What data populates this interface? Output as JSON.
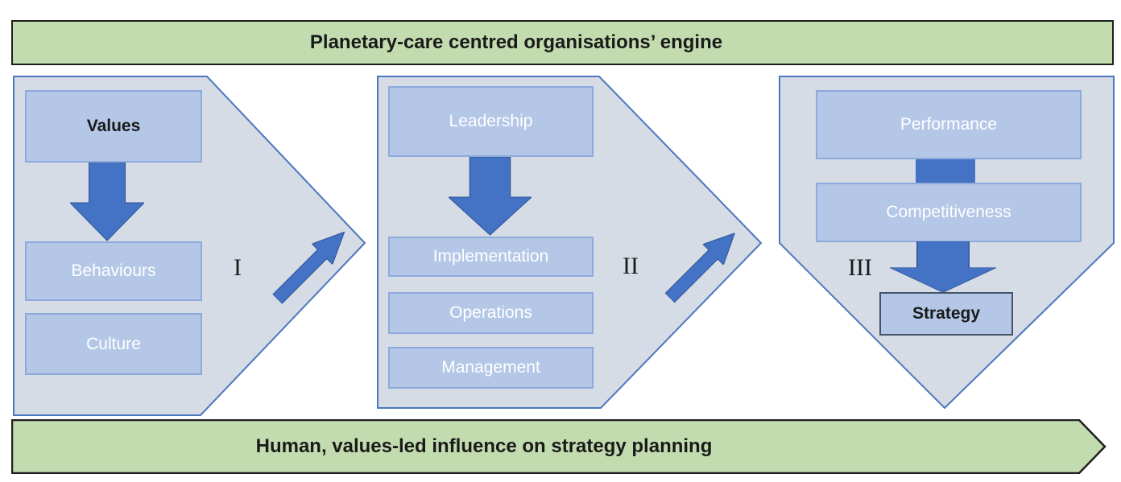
{
  "banners": {
    "top": {
      "label": "Planetary-care centred organisations’ engine"
    },
    "bottom": {
      "label": "Human, values-led influence on strategy planning"
    }
  },
  "stages": [
    {
      "numeral": "I",
      "boxes": [
        {
          "label": "Values"
        },
        {
          "label": "Behaviours"
        },
        {
          "label": "Culture"
        }
      ]
    },
    {
      "numeral": "II",
      "boxes": [
        {
          "label": "Leadership"
        },
        {
          "label": "Implementation"
        },
        {
          "label": "Operations"
        },
        {
          "label": "Management"
        }
      ]
    },
    {
      "numeral": "III",
      "boxes": [
        {
          "label": "Performance"
        },
        {
          "label": "Competitiveness"
        },
        {
          "label": "Strategy"
        }
      ]
    }
  ],
  "colors": {
    "banner_fill": "#c2dcaf",
    "banner_border": "#1f1f1f",
    "panel_fill": "#d6dce5",
    "panel_border": "#4d76c0",
    "box_fill": "#b4c7e7",
    "box_border": "#8ea9db",
    "arrow_fill": "#4472c4",
    "arrow_stroke": "#2f5597",
    "strategy_border": "#44546a",
    "text_dark": "#1a1a1a",
    "text_light": "#ffffff"
  }
}
